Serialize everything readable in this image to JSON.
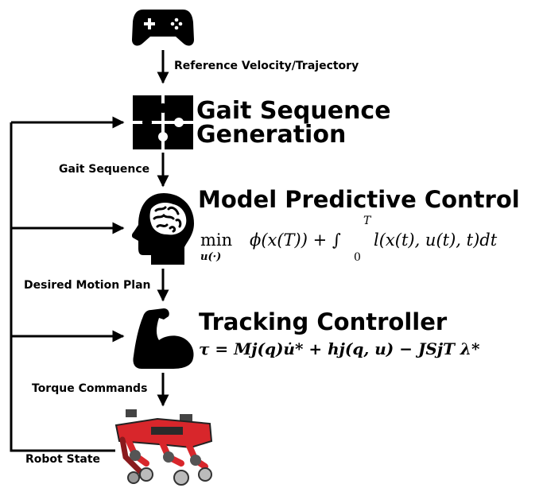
{
  "nodes": {
    "input": {
      "icon": "gamepad-icon"
    },
    "gait": {
      "icon": "puzzle-icon",
      "title_line1": "Gait Sequence",
      "title_line2": "Generation"
    },
    "mpc": {
      "icon": "brain-head-icon",
      "title": "Model Predictive Control",
      "eq_min": "min",
      "eq_sub": "u(·)",
      "eq_body": "ϕ(x(T)) + ∫",
      "eq_upper": "T",
      "eq_lower": "0",
      "eq_tail": "l(x(t), u(t), t)dt"
    },
    "tracking": {
      "icon": "flexed-arm-icon",
      "title": "Tracking Controller",
      "eq": "τ = Mj(q)u̇* + hj(q, u) − JSjT λ*"
    },
    "robot": {
      "icon": "quadruped-robot-icon"
    }
  },
  "edges": {
    "reference": "Reference Velocity/Trajectory",
    "gait_sequence": "Gait Sequence",
    "desired_plan": "Desired Motion Plan",
    "torque": "Torque Commands",
    "robot_state": "Robot State"
  },
  "colors": {
    "ink": "#000000",
    "robot_red": "#d8262b",
    "robot_dark": "#2a2a2a"
  }
}
